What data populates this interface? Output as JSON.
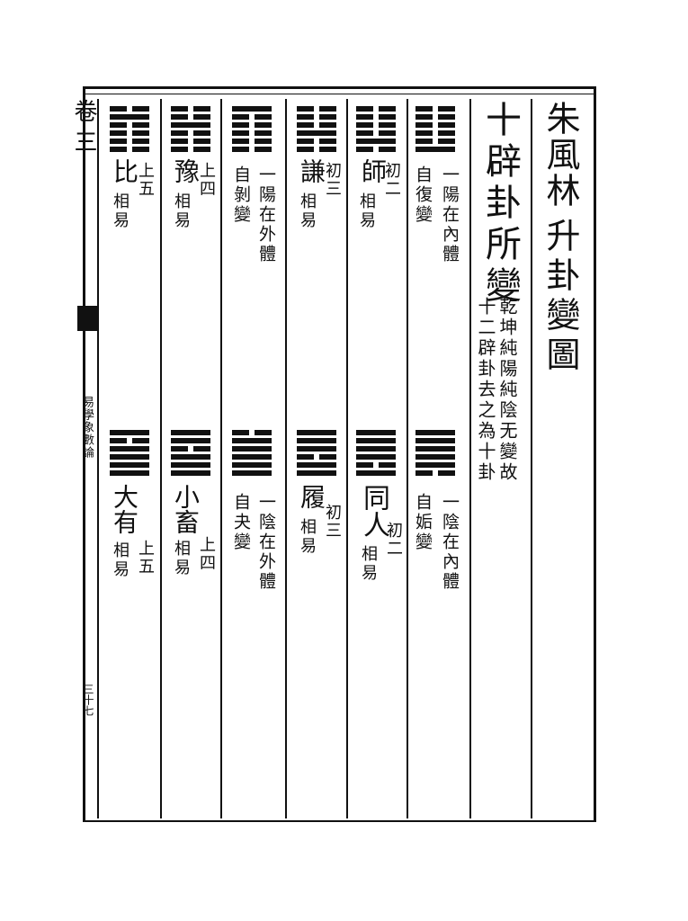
{
  "edge": {
    "book_title": "易學象數論",
    "chapter": "卷三",
    "page_number": "三十七"
  },
  "header": {
    "author": "朱風林",
    "diagram_title": "升卦變圖"
  },
  "section": {
    "title": "十辟卦所變",
    "note_line1": "乾坤純陽純陰无變故",
    "note_line2": "十二辟卦去之為十卦"
  },
  "columns": [
    {
      "top": {
        "hexagram": [
          "yin",
          "yin",
          "yin",
          "yin",
          "yin",
          "yang"
        ],
        "line1": "一陽在內體",
        "line2": "自復變"
      },
      "bottom": {
        "hexagram": [
          "yang",
          "yang",
          "yang",
          "yang",
          "yang",
          "yin"
        ],
        "line1": "一陰在內體",
        "line2": "自姤變"
      }
    },
    {
      "top": {
        "hexagram": [
          "yin",
          "yin",
          "yin",
          "yin",
          "yang",
          "yin"
        ],
        "name": "師",
        "position": "初二",
        "note": "相易"
      },
      "bottom": {
        "hexagram": [
          "yang",
          "yang",
          "yang",
          "yang",
          "yin",
          "yang"
        ],
        "name": "同人",
        "position": "初二",
        "note": "相易"
      }
    },
    {
      "top": {
        "hexagram": [
          "yin",
          "yin",
          "yin",
          "yang",
          "yin",
          "yin"
        ],
        "name": "謙",
        "position": "初三",
        "note": "相易"
      },
      "bottom": {
        "hexagram": [
          "yang",
          "yang",
          "yang",
          "yin",
          "yang",
          "yang"
        ],
        "name": "履",
        "position": "初三",
        "note": "相易"
      }
    },
    {
      "top": {
        "hexagram": [
          "yang",
          "yin",
          "yin",
          "yin",
          "yin",
          "yin"
        ],
        "line1": "一陽在外體",
        "line2": "自剝變"
      },
      "bottom": {
        "hexagram": [
          "yin",
          "yang",
          "yang",
          "yang",
          "yang",
          "yang"
        ],
        "line1": "一陰在外體",
        "line2": "自夬變"
      }
    },
    {
      "top": {
        "hexagram": [
          "yin",
          "yin",
          "yang",
          "yin",
          "yin",
          "yin"
        ],
        "name": "豫",
        "position": "上四",
        "note": "相易"
      },
      "bottom": {
        "hexagram": [
          "yang",
          "yang",
          "yin",
          "yang",
          "yang",
          "yang"
        ],
        "name": "小畜",
        "position": "上四",
        "note": "相易"
      }
    },
    {
      "top": {
        "hexagram": [
          "yin",
          "yang",
          "yin",
          "yin",
          "yin",
          "yin"
        ],
        "name": "比",
        "position": "上五",
        "note": "相易"
      },
      "bottom": {
        "hexagram": [
          "yang",
          "yin",
          "yang",
          "yang",
          "yang",
          "yang"
        ],
        "name": "大有",
        "position": "上五",
        "note": "相易"
      }
    }
  ]
}
